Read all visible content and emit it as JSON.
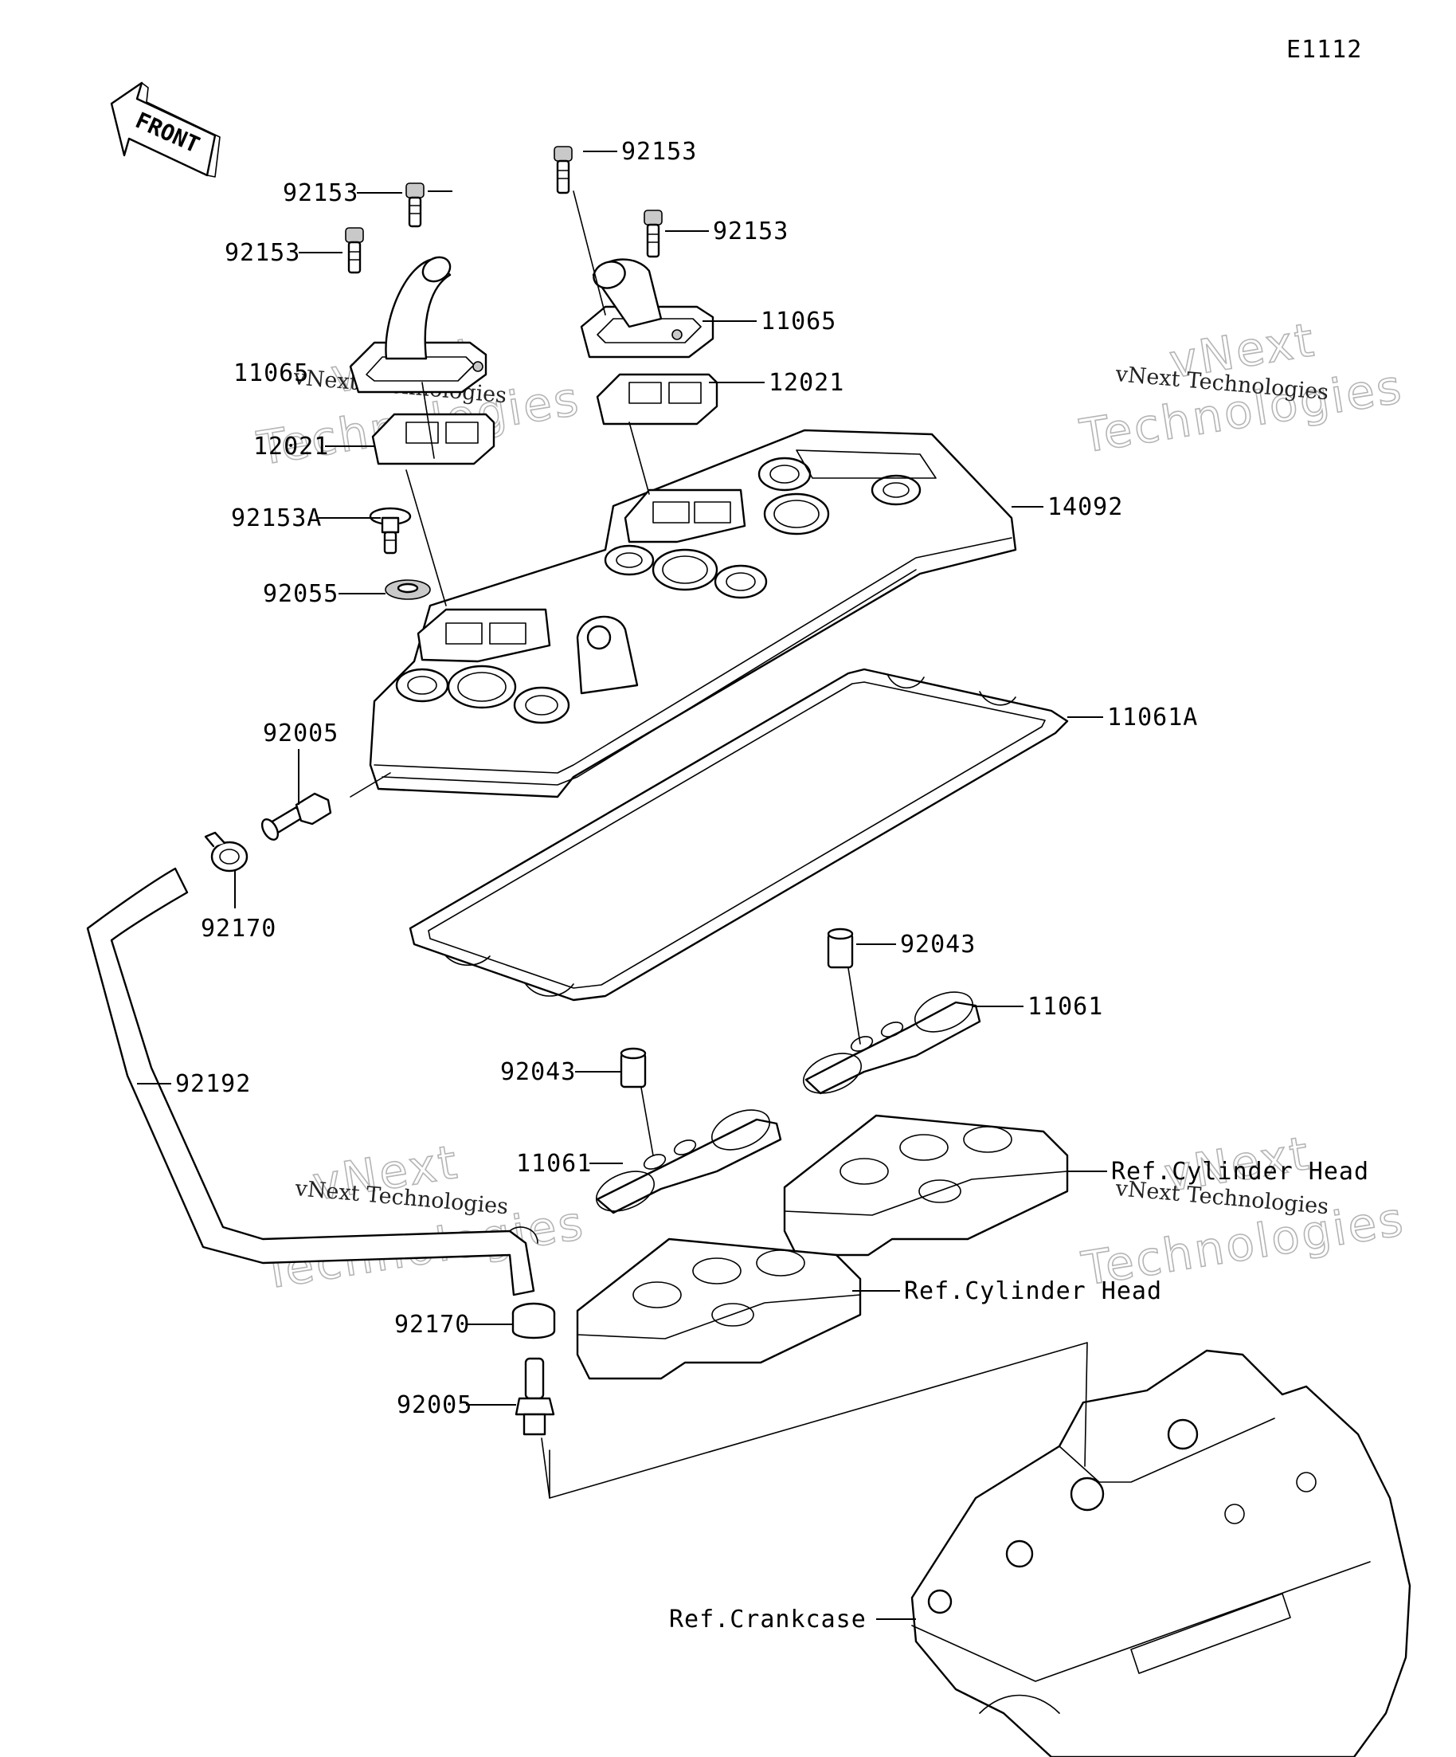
{
  "diagram_code": "E1112",
  "front_arrow_label": "FRONT",
  "labels": {
    "bolt_a": "92153",
    "bolt_b": "92153",
    "bolt_c": "92153",
    "bolt_d": "92153",
    "breather_cover_left": "11065",
    "breather_cover_right": "11065",
    "reed_left": "12021",
    "reed_right": "12021",
    "cover": "14092",
    "bolt_special": "92153A",
    "grommet": "92055",
    "fitting_upper": "92005",
    "gasket_cover": "11061A",
    "clamp_upper": "92170",
    "hose": "92192",
    "dowel_right": "92043",
    "gasket_right": "11061",
    "dowel_left": "92043",
    "gasket_left": "11061",
    "ref_head_right": "Ref.Cylinder Head",
    "ref_head_left": "Ref.Cylinder Head",
    "clamp_lower": "92170",
    "fitting_lower": "92005",
    "ref_crankcase": "Ref.Crankcase"
  },
  "watermark": {
    "brand": "vNext",
    "word": "Technologies",
    "full": "vNext Technologies"
  }
}
